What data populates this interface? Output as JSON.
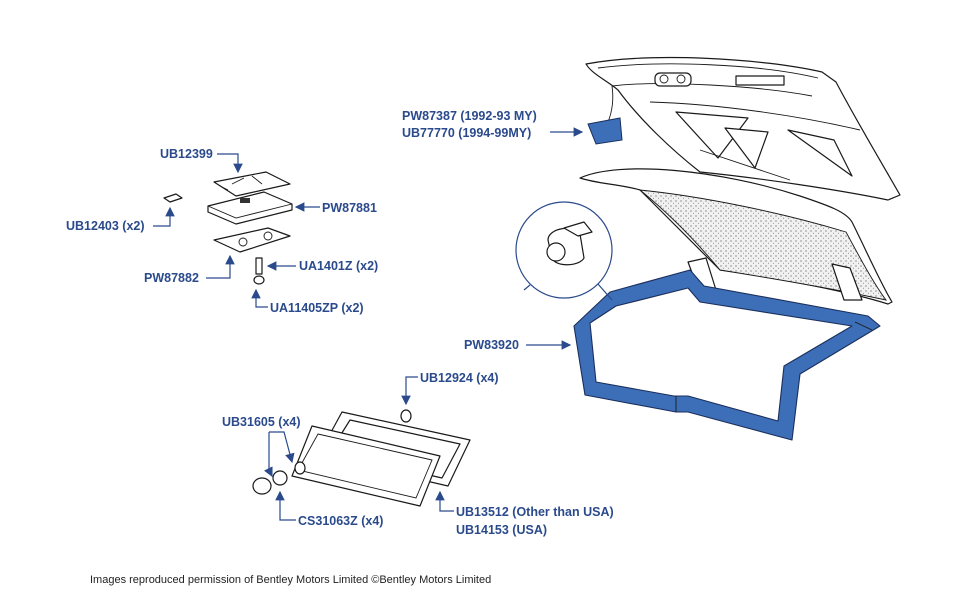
{
  "colors": {
    "label_text": "#2a4a8c",
    "seal_blue": "#3d6fb8",
    "line_ink": "#1a1a1a"
  },
  "labels": {
    "ub12399": "UB12399",
    "pw87881": "PW87881",
    "ub12403": "UB12403 (x2)",
    "pw87882": "PW87882",
    "ua1401z": "UA1401Z (x2)",
    "ua11405zp": "UA11405ZP (x2)",
    "pw87387": "PW87387 (1992-93 MY)",
    "ub77770": "UB77770 (1994-99MY)",
    "pw83920": "PW83920",
    "ub12924": "UB12924 (x4)",
    "ub31605": "UB31605 (x4)",
    "cs31063z": "CS31063Z (x4)",
    "ub13512": "UB13512 (Other than USA)",
    "ub14153": "UB14153 (USA)"
  },
  "footer": {
    "credit": "Images reproduced permission of Bentley Motors Limited ©Bentley Motors Limited"
  }
}
